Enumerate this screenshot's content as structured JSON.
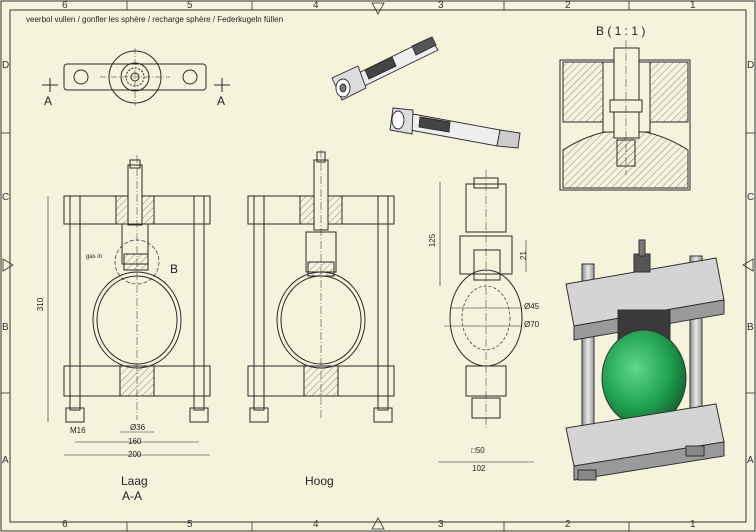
{
  "drawing": {
    "title": "veerbol vullen / gonfler les sphère / recharge sphère / Federkugeln füllen",
    "detail_label": "B ( 1 : 1 )",
    "section_marker": "A",
    "detail_marker": "B",
    "gas_label": "gas in"
  },
  "border": {
    "top_zones": [
      "6",
      "5",
      "4",
      "3",
      "2",
      "1"
    ],
    "bottom_zones": [
      "6",
      "5",
      "4",
      "3",
      "2",
      "1"
    ],
    "left_zones": [
      "D",
      "C",
      "B",
      "A"
    ],
    "right_zones": [
      "D",
      "C",
      "B",
      "A"
    ]
  },
  "views": {
    "laag": "Laag",
    "section": "A-A",
    "hoog": "Hoog"
  },
  "dimensions": {
    "height_310": "310",
    "thread": "M16",
    "dia_36": "Ø36",
    "width_160": "160",
    "width_200": "200",
    "height_125": "125",
    "dim_21": "21",
    "dia_45": "Ø45",
    "dia_70": "Ø70",
    "square_50": "□50",
    "width_102": "102"
  },
  "colors": {
    "paper": "#f5f3dc",
    "line": "#2a2a2a",
    "sphere": "#1e9e4e",
    "frame": "#c7c7c7",
    "housing": "#3a3a3a"
  }
}
